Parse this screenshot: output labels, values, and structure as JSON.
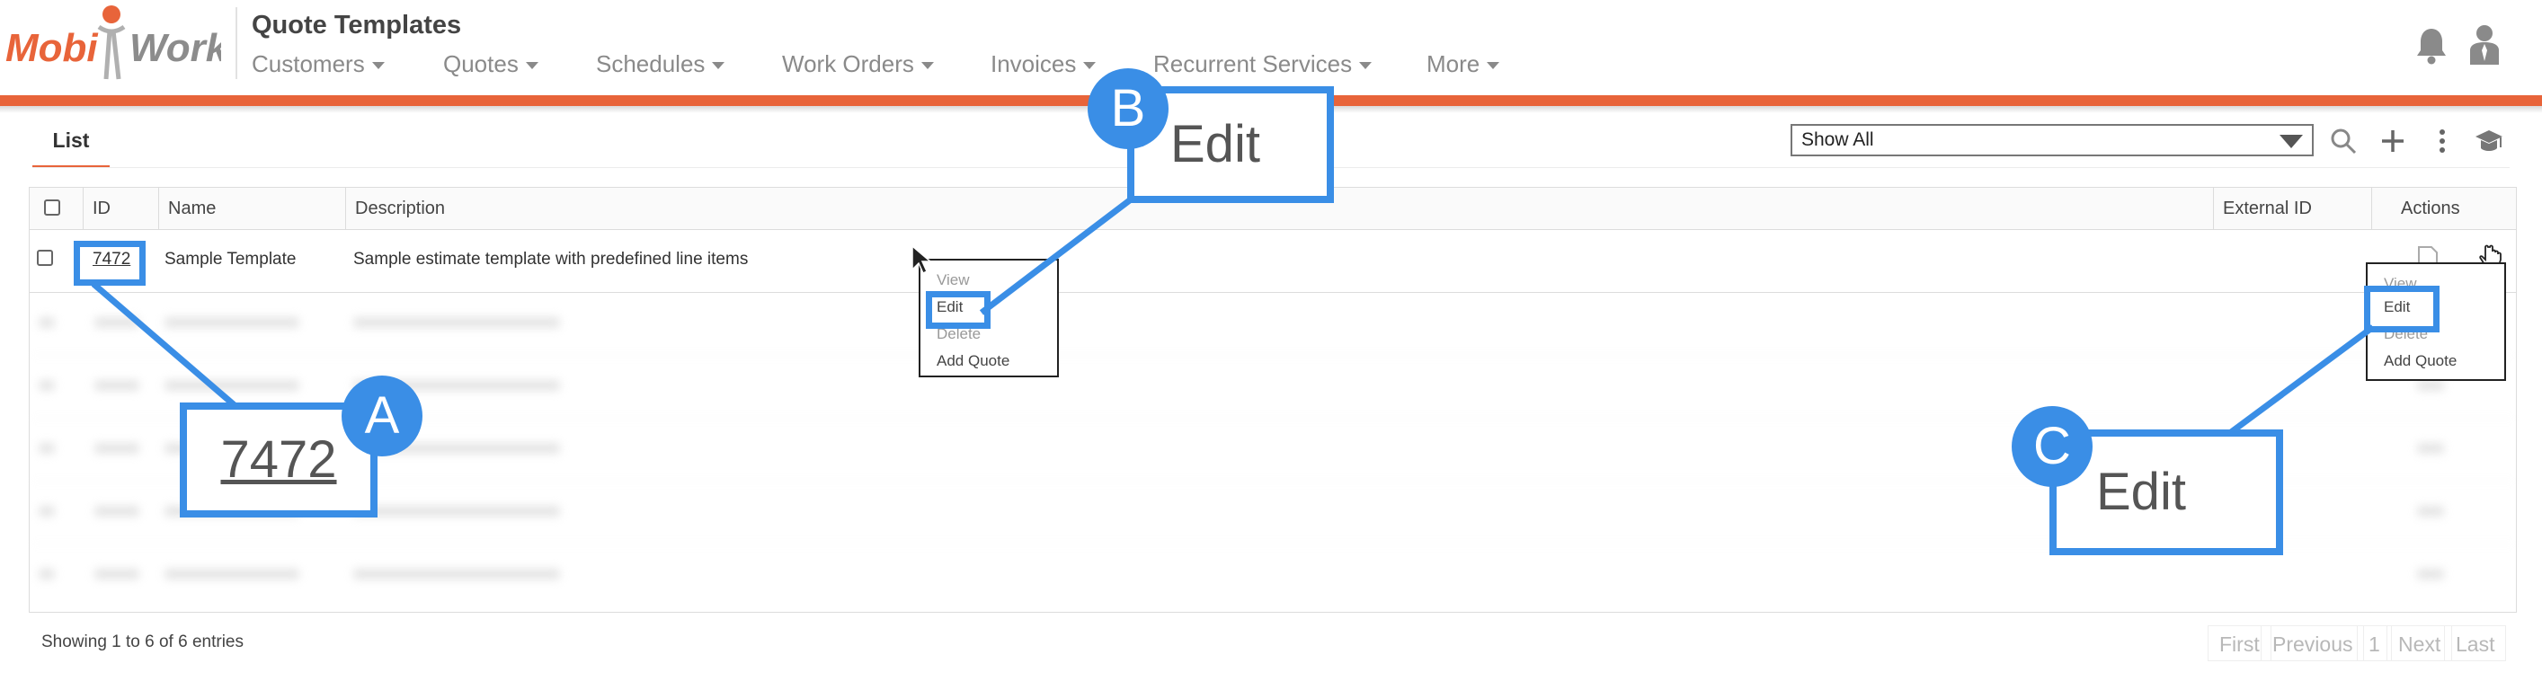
{
  "header": {
    "logo_text": "MobiWork",
    "title": "Quote Templates",
    "nav": [
      {
        "label": "Customers"
      },
      {
        "label": "Quotes"
      },
      {
        "label": "Schedules"
      },
      {
        "label": "Work Orders"
      },
      {
        "label": "Invoices"
      },
      {
        "label": "Recurrent Services"
      },
      {
        "label": "More"
      }
    ],
    "icons": [
      "bell-icon",
      "user-icon"
    ]
  },
  "toolbar": {
    "tab_label": "List",
    "filter_value": "Show All",
    "icons": [
      "search-icon",
      "plus-icon",
      "more-vertical-icon",
      "graduation-cap-icon"
    ]
  },
  "table": {
    "columns": {
      "id": "ID",
      "name": "Name",
      "description": "Description",
      "external_id": "External ID",
      "actions": "Actions"
    },
    "rows": [
      {
        "id": "7472",
        "name": "Sample Template",
        "description": "Sample estimate template with predefined line items",
        "external_id": ""
      }
    ]
  },
  "context_menu": {
    "items": [
      "View",
      "Edit",
      "Delete",
      "Add Quote"
    ]
  },
  "callouts": {
    "a": {
      "badge": "A",
      "text": "7472"
    },
    "b": {
      "badge": "B",
      "text": "Edit"
    },
    "c": {
      "badge": "C",
      "text": "Edit"
    }
  },
  "footer": {
    "info": "Showing 1 to 6 of 6 entries",
    "pager": {
      "first": "First",
      "previous": "Previous",
      "page": "1",
      "next": "Next",
      "last": "Last"
    }
  },
  "colors": {
    "accent": "#e8643a",
    "callout": "#3a8ee6"
  }
}
